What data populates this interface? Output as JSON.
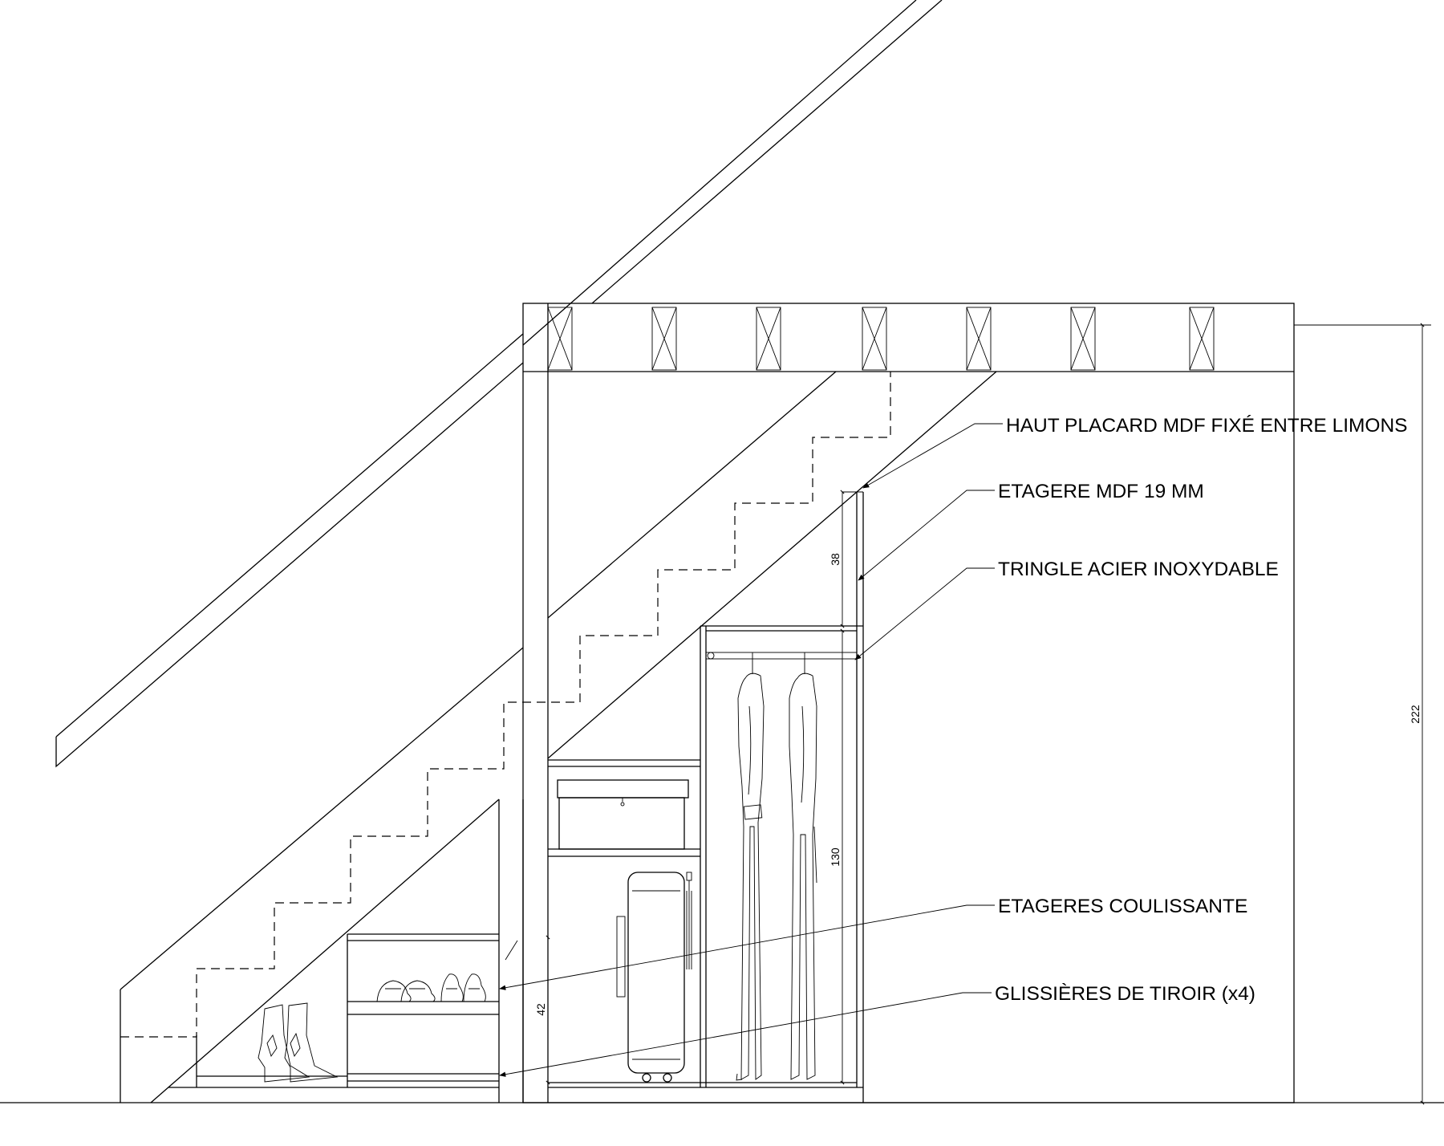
{
  "annotations": {
    "haut_placard": "HAUT PLACARD MDF FIXÉ ENTRE LIMONS",
    "etagere_mdf": "ETAGERE MDF 19 MM",
    "tringle": "TRINGLE ACIER INOXYDABLE",
    "etageres_coulissante": "ETAGERES COULISSANTE",
    "glissieres": "GLISSIÈRES DE TIROIR (x4)"
  },
  "dimensions": {
    "d38": "38",
    "d130": "130",
    "d42": "42",
    "d222": "222"
  },
  "colors": {
    "line": "#000000",
    "background": "#ffffff"
  }
}
